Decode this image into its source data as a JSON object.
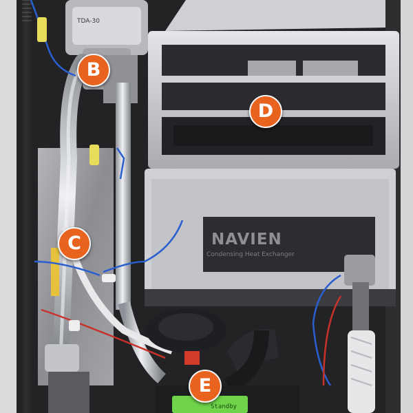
{
  "scene": {
    "description_free": true,
    "callouts": [
      {
        "letter": "B"
      },
      {
        "letter": "C"
      },
      {
        "letter": "D"
      },
      {
        "letter": "E"
      }
    ],
    "heat_exchanger_logo": "NAVIEN",
    "heat_exchanger_subtitle": "Condensing Heat Exchanger",
    "display_text": "Standby",
    "valve_tag": "TDA-30"
  },
  "colors": {
    "callout_fill": "#e8631d",
    "callout_border": "#f7f7f7",
    "cabinet_back": "#2a2a2d",
    "heat_exchanger_steel": "#c9cace",
    "pipe_silver": "#b9bcc2",
    "wire_blue": "#2a5fd0",
    "display_green": "#6fd44a"
  }
}
